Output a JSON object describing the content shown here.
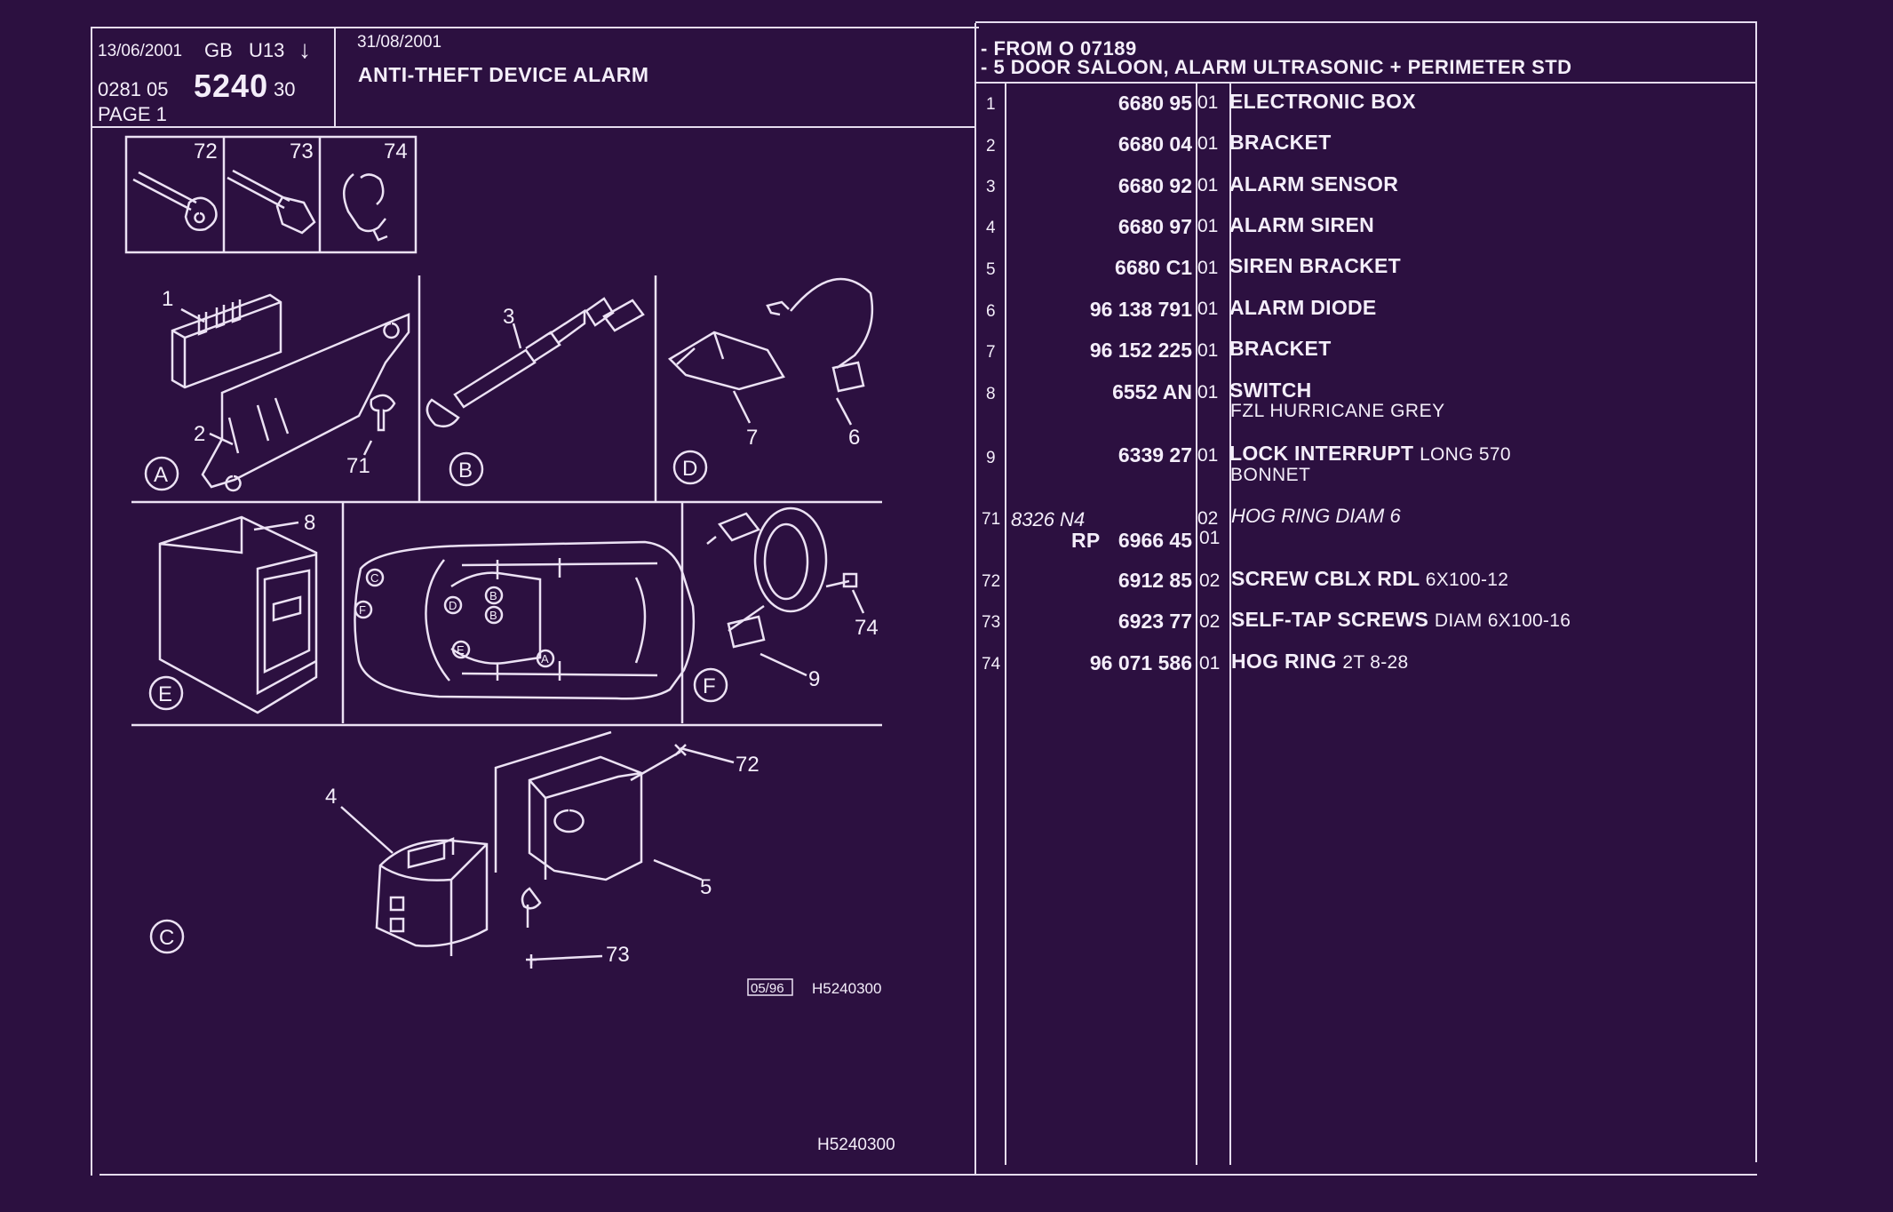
{
  "header": {
    "print_date": "13/06/2001",
    "lang_code": "GB",
    "model_code": "U13",
    "arrow": "↓",
    "ref_prefix": "0281 05",
    "ref_main": "5240",
    "ref_suffix": "30",
    "page": "PAGE 1",
    "edition_date": "31/08/2001",
    "title": "ANTI-THEFT DEVICE ALARM",
    "applicability": [
      "- FROM O   07189",
      "- 5 DOOR SALOON, ALARM ULTRASONIC + PERIMETER STD"
    ]
  },
  "illustration": {
    "callouts": [
      "1",
      "2",
      "3",
      "4",
      "5",
      "6",
      "7",
      "8",
      "9",
      "71",
      "72",
      "73",
      "74"
    ],
    "zones": [
      "A",
      "B",
      "C",
      "D",
      "E",
      "F"
    ],
    "car_zone_markers": [
      "C",
      "F",
      "D",
      "B",
      "B",
      "E",
      "A"
    ],
    "date_box": "05/96",
    "drawing_ref": "H5240300",
    "footer_ref": "H5240300"
  },
  "parts": [
    {
      "no": "1",
      "ref": "6680 95",
      "qty": "01",
      "desc": "ELECTRONIC BOX",
      "extra": "",
      "sub": ""
    },
    {
      "no": "2",
      "ref": "6680 04",
      "qty": "01",
      "desc": "BRACKET",
      "extra": "",
      "sub": ""
    },
    {
      "no": "3",
      "ref": "6680 92",
      "qty": "01",
      "desc": "ALARM SENSOR",
      "extra": "",
      "sub": ""
    },
    {
      "no": "4",
      "ref": "6680 97",
      "qty": "01",
      "desc": "ALARM SIREN",
      "extra": "",
      "sub": ""
    },
    {
      "no": "5",
      "ref": "6680 C1",
      "qty": "01",
      "desc": "SIREN BRACKET",
      "extra": "",
      "sub": ""
    },
    {
      "no": "6",
      "ref": "96 138 791",
      "qty": "01",
      "desc": "ALARM DIODE",
      "extra": "",
      "sub": ""
    },
    {
      "no": "7",
      "ref": "96 152 225",
      "qty": "01",
      "desc": "BRACKET",
      "extra": "",
      "sub": ""
    },
    {
      "no": "8",
      "ref": "6552 AN",
      "qty": "01",
      "desc": "SWITCH",
      "extra": "",
      "sub": "FZL HURRICANE GREY"
    },
    {
      "no": "9",
      "ref": "6339 27",
      "qty": "01",
      "desc": "LOCK INTERRUPT",
      "extra": "LONG 570",
      "sub": "BONNET"
    },
    {
      "no": "71",
      "ref_old": "8326 N4",
      "qty_old": "02",
      "desc_old": "HOG RING DIAM 6",
      "ref_prefix": "RP",
      "ref": "6966 45",
      "qty": "01"
    },
    {
      "no": "72",
      "ref": "6912 85",
      "qty": "02",
      "desc": "SCREW CBLX RDL",
      "extra": "6X100-12",
      "sub": ""
    },
    {
      "no": "73",
      "ref": "6923 77",
      "qty": "02",
      "desc": "SELF-TAP SCREWS",
      "extra": "DIAM 6X100-16",
      "sub": ""
    },
    {
      "no": "74",
      "ref": "96 071 586",
      "qty": "01",
      "desc": "HOG RING",
      "extra": "2T 8-28",
      "sub": ""
    }
  ]
}
